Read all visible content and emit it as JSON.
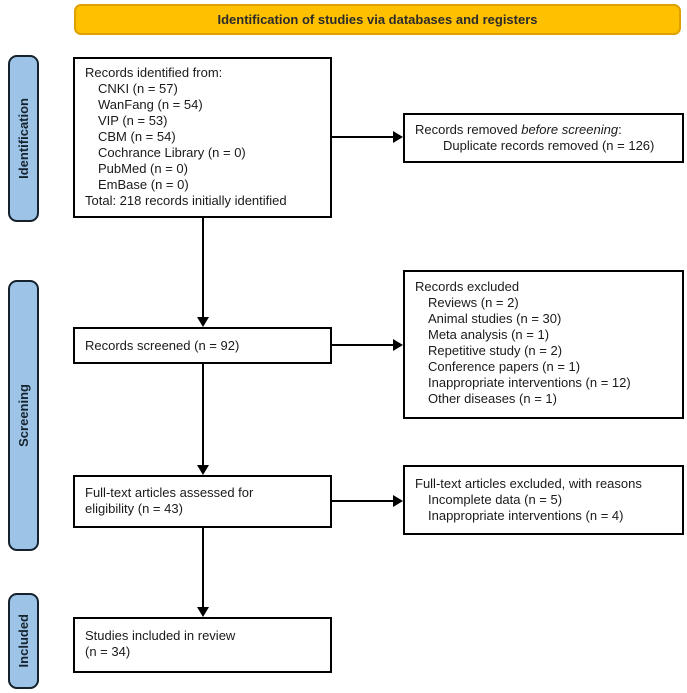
{
  "header": {
    "title": "Identification of studies via databases and registers"
  },
  "stages": {
    "identification": "Identification",
    "screening": "Screening",
    "included": "Included"
  },
  "boxes": {
    "identified": {
      "lines": [
        "Records identified from:",
        "CNKI (n = 57)",
        "WanFang (n = 54)",
        "VIP (n = 53)",
        "CBM (n = 54)",
        "Cochrance Library (n = 0)",
        "PubMed (n = 0)",
        "EmBase (n = 0)",
        "Total: 218 records initially identified"
      ]
    },
    "removed": {
      "prefix": "Records removed ",
      "italic": "before screening",
      "suffix": ":",
      "lines": [
        "Duplicate records removed  (n = 126)"
      ]
    },
    "screened": {
      "lines": [
        "Records screened (n = 92)"
      ]
    },
    "excluded": {
      "lines": [
        "Records excluded",
        "Reviews (n = 2)",
        "Animal studies (n = 30)",
        "Meta analysis (n = 1)",
        "Repetitive study (n = 2)",
        "Conference papers (n = 1)",
        "Inappropriate interventions (n = 12)",
        "Other diseases (n = 1)"
      ]
    },
    "fulltext": {
      "lines": [
        "Full-text articles assessed for",
        "eligibility (n = 43)"
      ]
    },
    "fulltext_excluded": {
      "lines": [
        "Full-text articles excluded, with reasons",
        "Incomplete data (n = 5)",
        "Inappropriate interventions (n = 4)"
      ]
    },
    "included_in_review": {
      "lines": [
        "Studies included in review",
        "(n = 34)"
      ]
    }
  },
  "colors": {
    "header_bg": "#FFC000",
    "header_border": "#DFA100",
    "stage_bg": "#9DC3E6",
    "stage_border": "#15222E",
    "box_border": "#000000",
    "text": "#1A1A1A"
  }
}
